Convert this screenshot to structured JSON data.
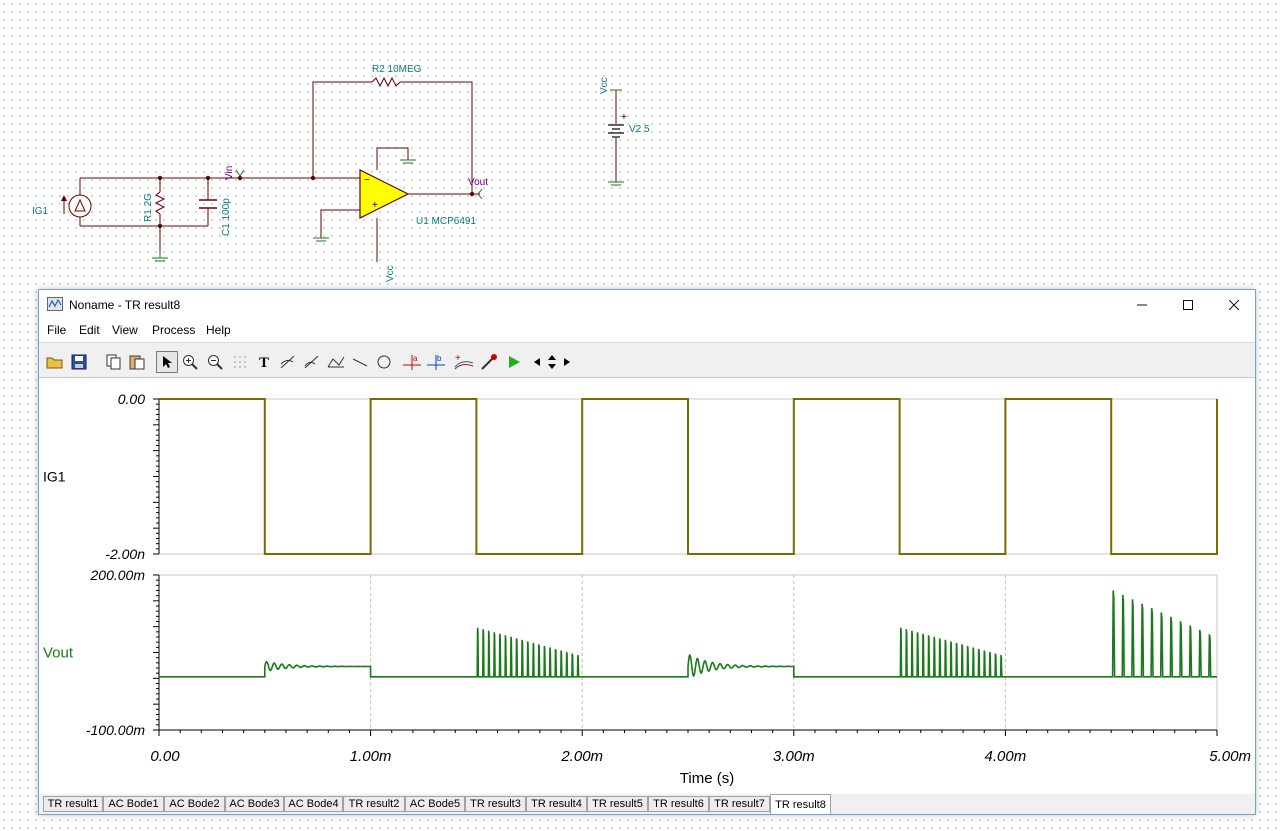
{
  "schematic": {
    "r2_label": "R2 10MEG",
    "vcc_top": "Vcc",
    "v2_label": "V2 5",
    "plus_sign": "+",
    "vin_label": "Vin",
    "vout_label": "Vout",
    "r1_label": "R1 2G",
    "c1_label": "C1 100p",
    "ig1_label": "IG1",
    "u1_label": "U1 MCP6491",
    "vcc_bottom": "Vcc"
  },
  "window": {
    "title": "Noname - TR result8",
    "menu": [
      "File",
      "Edit",
      "View",
      "Process",
      "Help"
    ]
  },
  "chart_data": [
    {
      "type": "line",
      "series": [
        {
          "name": "IG1",
          "color": "#7a6a00"
        }
      ],
      "y_ticks": [
        "0.00",
        "-2.00n"
      ],
      "ylim": [
        -2e-09,
        0
      ],
      "x": [
        0,
        0.0005,
        0.0005,
        0.001,
        0.001,
        0.0015,
        0.0015,
        0.002,
        0.002,
        0.0025,
        0.0025,
        0.003,
        0.003,
        0.0035,
        0.0035,
        0.004,
        0.004,
        0.0045,
        0.0045,
        0.005,
        0.005
      ],
      "y": [
        0,
        0,
        -2e-09,
        -2e-09,
        0,
        0,
        -2e-09,
        -2e-09,
        0,
        0,
        -2e-09,
        -2e-09,
        0,
        0,
        -2e-09,
        -2e-09,
        0,
        0,
        -2e-09,
        -2e-09,
        0
      ]
    },
    {
      "type": "line",
      "series": [
        {
          "name": "Vout",
          "color": "#1a7a1a"
        }
      ],
      "y_ticks": [
        "200.00m",
        "-100.00m"
      ],
      "ylim": [
        -0.1,
        0.2
      ],
      "grid": true,
      "x_ticks": [
        "0.00",
        "1.00m",
        "2.00m",
        "3.00m",
        "4.00m",
        "5.00m"
      ],
      "xlim": [
        0,
        0.005
      ],
      "xlabel": "Time (s)",
      "segments": [
        {
          "t0": 0.0,
          "t1": 0.0005,
          "kind": "flat",
          "level": 0.003
        },
        {
          "t0": 0.0005,
          "t1": 0.001,
          "kind": "ring",
          "level": 0.023,
          "amp": 0.01
        },
        {
          "t0": 0.001,
          "t1": 0.0015,
          "kind": "flat",
          "level": 0.003
        },
        {
          "t0": 0.0015,
          "t1": 0.002,
          "kind": "spikes",
          "count": 19,
          "peak_start": 0.098,
          "peak_end": 0.045
        },
        {
          "t0": 0.002,
          "t1": 0.0025,
          "kind": "flat",
          "level": 0.003
        },
        {
          "t0": 0.0025,
          "t1": 0.003,
          "kind": "ring",
          "level": 0.023,
          "amp": 0.024
        },
        {
          "t0": 0.003,
          "t1": 0.0035,
          "kind": "flat",
          "level": 0.003
        },
        {
          "t0": 0.0035,
          "t1": 0.004,
          "kind": "spikes",
          "count": 19,
          "peak_start": 0.098,
          "peak_end": 0.045
        },
        {
          "t0": 0.004,
          "t1": 0.0045,
          "kind": "flat",
          "level": 0.003
        },
        {
          "t0": 0.0045,
          "t1": 0.005,
          "kind": "spikes",
          "count": 11,
          "peak_start": 0.17,
          "peak_end": 0.085
        }
      ]
    }
  ],
  "tabs": [
    "TR result1",
    "AC Bode1",
    "AC Bode2",
    "AC Bode3",
    "AC Bode4",
    "TR result2",
    "AC Bode5",
    "TR result3",
    "TR result4",
    "TR result5",
    "TR result6",
    "TR result7",
    "TR result8"
  ],
  "active_tab": "TR result8"
}
